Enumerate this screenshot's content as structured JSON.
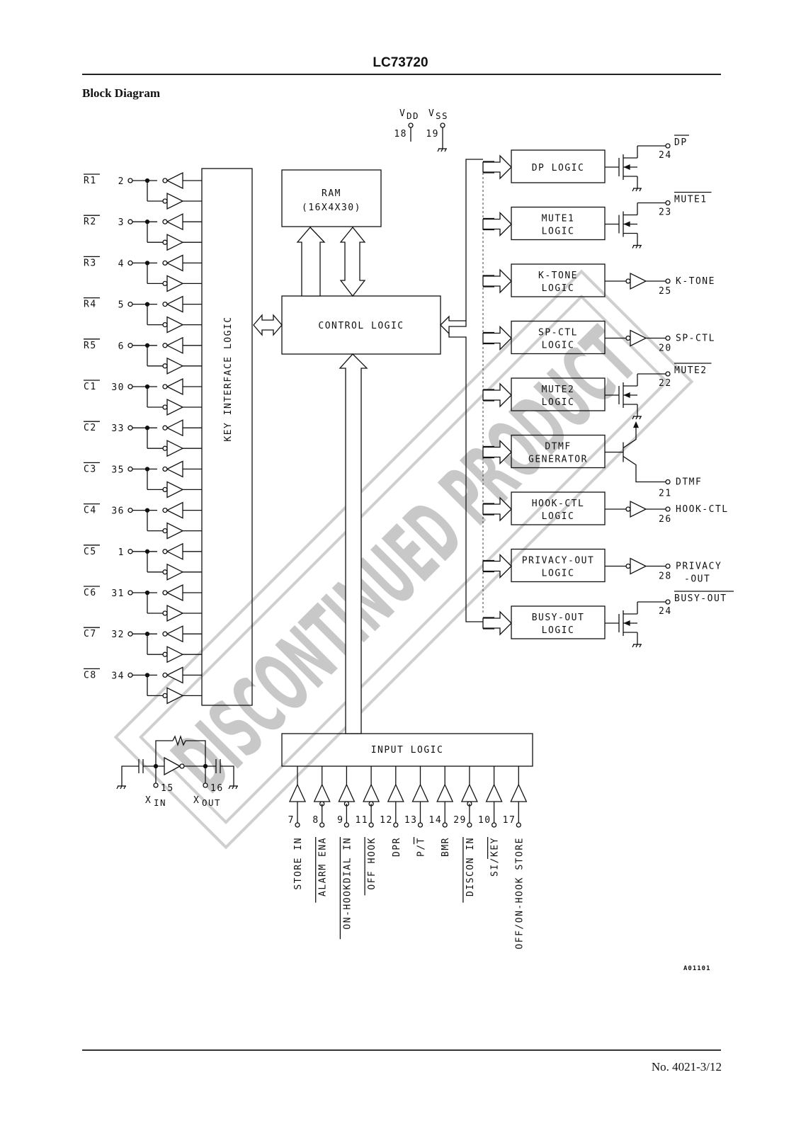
{
  "header": {
    "part_number": "LC73720"
  },
  "section_title": "Block Diagram",
  "power_pins": [
    {
      "name": "VDD",
      "pin": "18"
    },
    {
      "name": "VSS",
      "pin": "19"
    }
  ],
  "key_inputs": [
    {
      "name": "R1",
      "pin": "2"
    },
    {
      "name": "R2",
      "pin": "3"
    },
    {
      "name": "R3",
      "pin": "4"
    },
    {
      "name": "R4",
      "pin": "5"
    },
    {
      "name": "R5",
      "pin": "6"
    },
    {
      "name": "C1",
      "pin": "30"
    },
    {
      "name": "C2",
      "pin": "33"
    },
    {
      "name": "C3",
      "pin": "35"
    },
    {
      "name": "C4",
      "pin": "36"
    },
    {
      "name": "C5",
      "pin": "1"
    },
    {
      "name": "C6",
      "pin": "31"
    },
    {
      "name": "C7",
      "pin": "32"
    },
    {
      "name": "C8",
      "pin": "34"
    }
  ],
  "blocks": {
    "key_interface": "KEY INTERFACE LOGIC",
    "ram_line1": "RAM",
    "ram_line2": "(16X4X30)",
    "control": "CONTROL LOGIC",
    "input": "INPUT LOGIC"
  },
  "output_blocks": [
    {
      "line1": "DP LOGIC",
      "line2": "",
      "pin": "24",
      "signal": "DP",
      "overbar": true,
      "driver": "nmos"
    },
    {
      "line1": "MUTE1",
      "line2": "LOGIC",
      "pin": "23",
      "signal": "MUTE1",
      "overbar": true,
      "driver": "nmos"
    },
    {
      "line1": "K-TONE",
      "line2": "LOGIC",
      "pin": "25",
      "signal": "K-TONE",
      "overbar": false,
      "driver": "buffer"
    },
    {
      "line1": "SP-CTL",
      "line2": "LOGIC",
      "pin": "20",
      "signal": "SP-CTL",
      "overbar": false,
      "driver": "buffer"
    },
    {
      "line1": "MUTE2",
      "line2": "LOGIC",
      "pin": "22",
      "signal": "MUTE2",
      "overbar": true,
      "driver": "nmos"
    },
    {
      "line1": "DTMF",
      "line2": "GENERATOR",
      "pin": "21",
      "signal": "DTMF",
      "overbar": false,
      "driver": "bjt"
    },
    {
      "line1": "HOOK-CTL",
      "line2": "LOGIC",
      "pin": "26",
      "signal": "HOOK-CTL",
      "overbar": false,
      "driver": "buffer"
    },
    {
      "line1": "PRIVACY-OUT",
      "line2": "LOGIC",
      "pin": "28",
      "signal": "PRIVACY",
      "signal2": "-OUT",
      "overbar": false,
      "driver": "buffer"
    },
    {
      "line1": "BUSY-OUT",
      "line2": "LOGIC",
      "pin": "24",
      "signal": "BUSY-OUT",
      "overbar": true,
      "driver": "nmos"
    }
  ],
  "oscillator": {
    "xin": {
      "label": "X",
      "sub": "IN",
      "pin": "15"
    },
    "xout": {
      "label": "X",
      "sub": "OUT",
      "pin": "16"
    }
  },
  "input_pins": [
    {
      "pin": "7",
      "label": "STORE IN",
      "bar": "",
      "inverted": false
    },
    {
      "pin": "8",
      "label": "ALARM ENA",
      "bar": "ALARM ENA",
      "inverted": true
    },
    {
      "pin": "9",
      "label": "ON-HOOKDIAL IN",
      "bar": "ON-HOOKDIAL IN",
      "inverted": true
    },
    {
      "pin": "11",
      "label": "OFF HOOK",
      "bar": "OFF HOOK",
      "inverted": true
    },
    {
      "pin": "12",
      "label": "DPR",
      "bar": "",
      "inverted": false
    },
    {
      "pin": "13",
      "label": "P/T",
      "bar": "T",
      "inverted": false
    },
    {
      "pin": "14",
      "label": "BMR",
      "bar": "",
      "inverted": false
    },
    {
      "pin": "29",
      "label": "DISCON IN",
      "bar": "DISCON IN",
      "inverted": true
    },
    {
      "pin": "10",
      "label": "SI/KEY",
      "bar": "KEY",
      "inverted": false
    },
    {
      "pin": "17",
      "label": "OFF/ON-HOOK STORE",
      "bar": "",
      "inverted": false
    }
  ],
  "watermark": "DISCONTINUED PRODUCT",
  "figure_code": "A01101",
  "footer": {
    "doc_number": "No. 4021-3/12"
  }
}
